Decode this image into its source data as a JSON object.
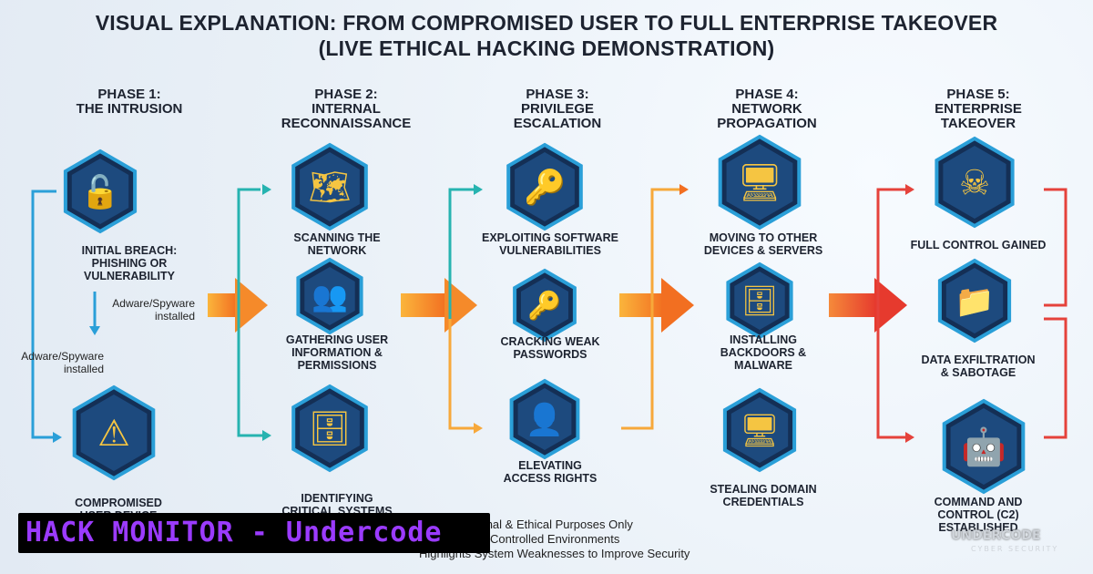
{
  "title": {
    "line1": "VISUAL EXPLANATION: FROM COMPROMISED USER TO FULL ENTERPRISE TAKEOVER",
    "line2": "(LIVE ETHICAL HACKING DEMONSTRATION)"
  },
  "phases": [
    {
      "line1": "PHASE 1:",
      "line2": "THE INTRUSION",
      "line3": ""
    },
    {
      "line1": "PHASE 2:",
      "line2": "INTERNAL",
      "line3": "RECONNAISSANCE"
    },
    {
      "line1": "PHASE 3:",
      "line2": "PRIVILEGE",
      "line3": "ESCALATION"
    },
    {
      "line1": "PHASE 4:",
      "line2": "NETWORK",
      "line3": "PROPAGATION"
    },
    {
      "line1": "PHASE 5:",
      "line2": "ENTERPRISE",
      "line3": "TAKEOVER"
    }
  ],
  "steps": {
    "initial_breach": {
      "l1": "INITIAL BREACH:",
      "l2": "PHISHING OR",
      "l3": "VULNERABILITY"
    },
    "compromised": {
      "l1": "COMPROMISED",
      "l2": "USER DEVICE"
    },
    "scanning": {
      "l1": "SCANNING THE",
      "l2": "NETWORK"
    },
    "gathering": {
      "l1": "GATHERING USER",
      "l2": "INFORMATION &",
      "l3": "PERMISSIONS"
    },
    "identifying": {
      "l1": "IDENTIFYING",
      "l2": "CRITICAL SYSTEMS"
    },
    "exploiting": {
      "l1": "EXPLOITING SOFTWARE",
      "l2": "VULNERABILITIES"
    },
    "cracking": {
      "l1": "CRACKING WEAK",
      "l2": "PASSWORDS"
    },
    "elevating": {
      "l1": "ELEVATING",
      "l2": "ACCESS RIGHTS"
    },
    "moving": {
      "l1": "MOVING TO OTHER",
      "l2": "DEVICES & SERVERS"
    },
    "installing": {
      "l1": "INSTALLING",
      "l2": "BACKDOORS &",
      "l3": "MALWARE"
    },
    "stealing": {
      "l1": "STEALING DOMAIN",
      "l2": "CREDENTIALS"
    },
    "full_control": {
      "l1": "FULL CONTROL GAINED"
    },
    "exfiltration": {
      "l1": "DATA EXFILTRATION",
      "l2": "& SABOTAGE"
    },
    "command": {
      "l1": "COMMAND AND",
      "l2": "CONTROL (C2)",
      "l3": "ESTABLISHED"
    }
  },
  "notes": {
    "adware1": {
      "l1": "Adware/Spyware",
      "l2": "installed"
    },
    "adware2": {
      "l1": "Adware/Spyware",
      "l2": "installed"
    }
  },
  "disclaimer": {
    "l1": "For Educational & Ethical Purposes Only",
    "l2": "Performed in Controlled Environments",
    "l3": "Highlights System Weaknesses to Improve Security"
  },
  "banner": {
    "text": "HACK MONITOR - Undercode"
  },
  "watermark": {
    "text": "UNDERCODE",
    "sub": "CYBER SECURITY"
  },
  "colors": {
    "hex_fill": "#142f55",
    "hex_border": "#2a9fd8",
    "arrow": "#f7941d",
    "red_arrow": "#e5423b"
  }
}
